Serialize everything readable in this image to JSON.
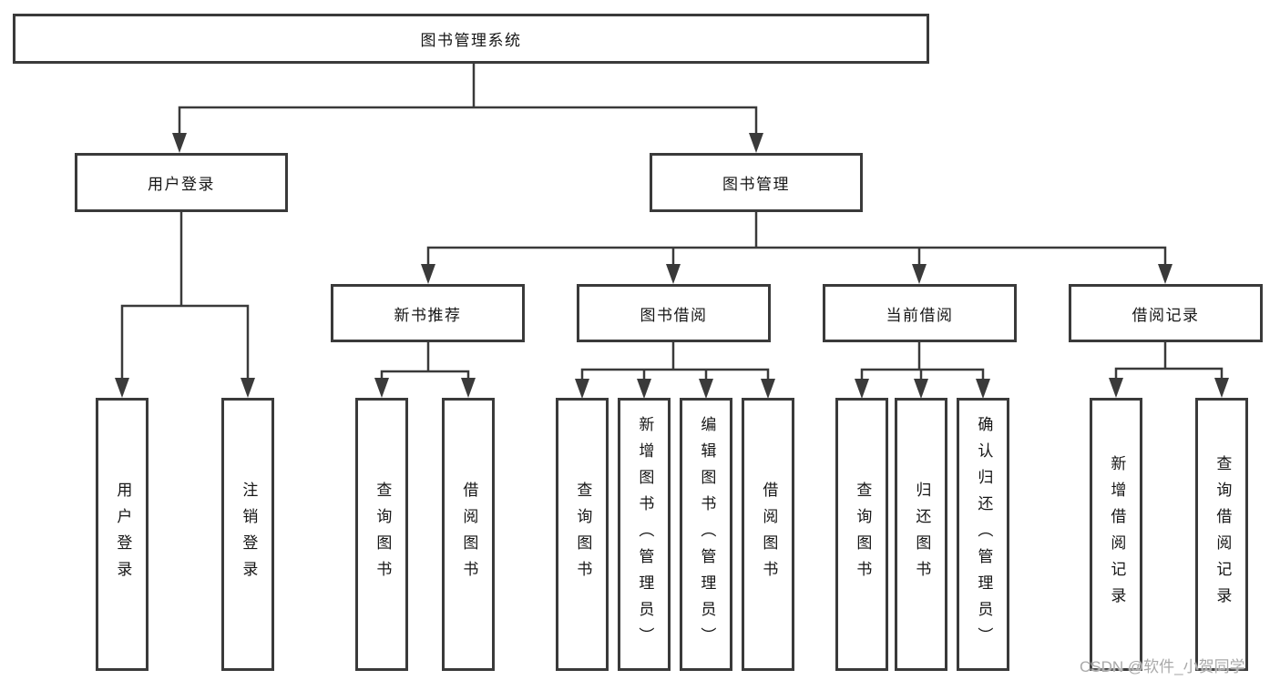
{
  "diagram": {
    "title": "图书管理系统",
    "tree": {
      "label": "图书管理系统",
      "children": [
        {
          "label": "用户登录",
          "children": [
            {
              "label": "用户登录"
            },
            {
              "label": "注销登录"
            }
          ]
        },
        {
          "label": "图书管理",
          "children": [
            {
              "label": "新书推荐",
              "children": [
                {
                  "label": "查询图书"
                },
                {
                  "label": "借阅图书"
                }
              ]
            },
            {
              "label": "图书借阅",
              "children": [
                {
                  "label": "查询图书"
                },
                {
                  "label": "新增图书（管理员）"
                },
                {
                  "label": "编辑图书（管理员）"
                },
                {
                  "label": "借阅图书"
                }
              ]
            },
            {
              "label": "当前借阅",
              "children": [
                {
                  "label": "查询图书"
                },
                {
                  "label": "归还图书"
                },
                {
                  "label": "确认归还（管理员）"
                }
              ]
            },
            {
              "label": "借阅记录",
              "children": [
                {
                  "label": "新增借阅记录"
                },
                {
                  "label": "查询借阅记录"
                }
              ]
            }
          ]
        }
      ]
    }
  },
  "watermark": "CSDN @软件_小贺同学",
  "colors": {
    "line": "#3a3a3a",
    "box_border": "#3a3a3a",
    "text": "#161616",
    "watermark": "#a9a9a9",
    "background": "#ffffff"
  }
}
